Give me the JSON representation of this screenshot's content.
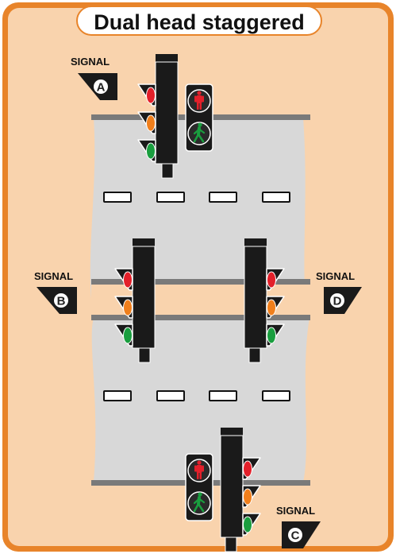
{
  "title": "Dual head staggered",
  "colors": {
    "frame": "#e8842a",
    "background": "#f9d3ad",
    "road": "#d8d8d8",
    "stop_line": "#7a7a7a",
    "lane_marking": "#ffffff",
    "signal_body": "#1a1a1a",
    "lamp_red": "#e3202a",
    "lamp_amber": "#f07f1c",
    "lamp_green": "#1a9e3f",
    "ped_red": "#e3202a",
    "ped_green": "#1a9e3f"
  },
  "signals": [
    {
      "id": "a",
      "label": "SIGNAL",
      "letter": "A"
    },
    {
      "id": "b",
      "label": "SIGNAL",
      "letter": "B"
    },
    {
      "id": "c",
      "label": "SIGNAL",
      "letter": "C"
    },
    {
      "id": "d",
      "label": "SIGNAL",
      "letter": "D"
    }
  ]
}
